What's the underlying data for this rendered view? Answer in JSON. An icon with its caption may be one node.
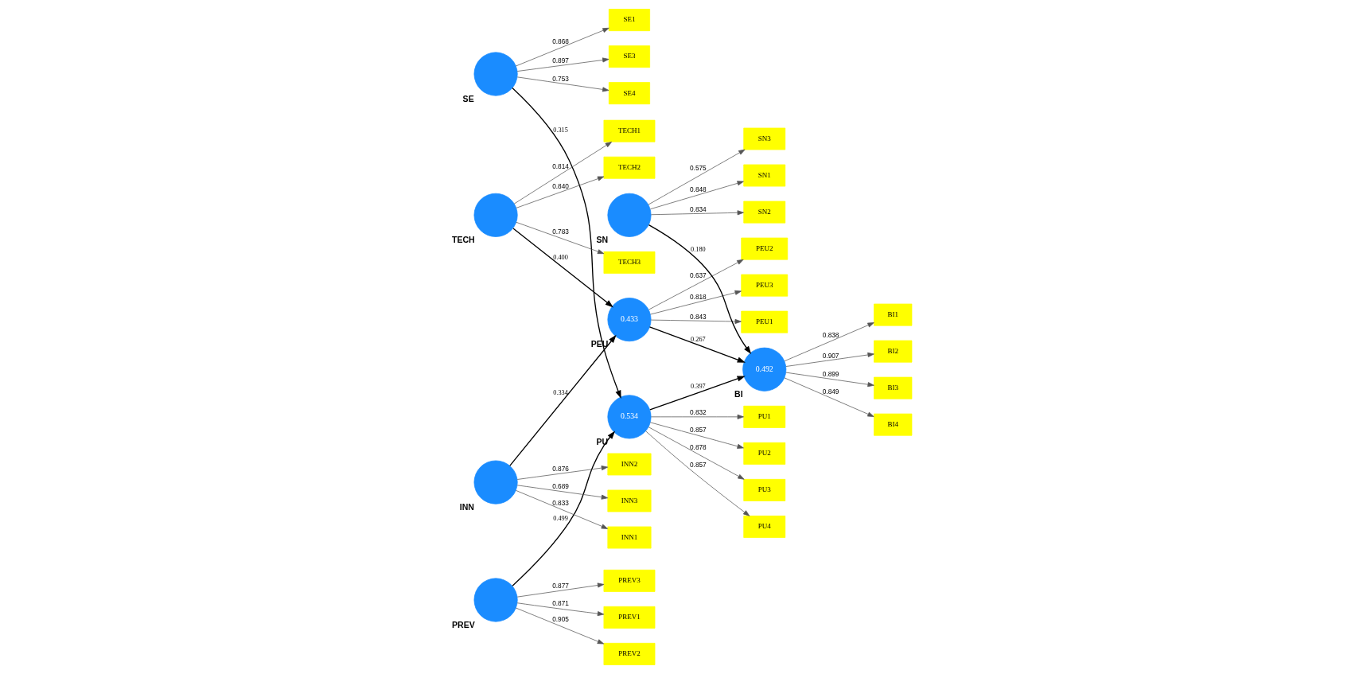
{
  "diagram": {
    "nodes": [
      {
        "text": [],
        "shape": "circle",
        "beside": [
          "SE"
        ]
      },
      {
        "text": [
          "SE1"
        ]
      },
      {
        "text": [
          "SE3"
        ]
      },
      {
        "text": [
          "SE4"
        ]
      },
      {
        "text": [
          "0.534"
        ],
        "beside": [
          "PU"
        ]
      },
      {
        "text": [
          "PU1"
        ]
      },
      {
        "text": [
          "PU2"
        ]
      },
      {
        "text": [
          "PU3"
        ]
      },
      {
        "text": [
          "PU4"
        ]
      },
      {
        "text": [],
        "shape": "circle",
        "beside": [
          "PREV"
        ]
      },
      {
        "text": [
          "PREV1"
        ]
      },
      {
        "text": [
          "PREV2"
        ]
      },
      {
        "text": [
          "PREV3"
        ]
      },
      {
        "text": [
          "0.433"
        ],
        "beside": [
          "PEU"
        ]
      },
      {
        "text": [
          "PEU1"
        ]
      },
      {
        "text": [
          "PEU2"
        ]
      },
      {
        "text": [
          "PEU3"
        ]
      },
      {
        "text": [],
        "shape": "circle",
        "beside": [
          "TECH"
        ]
      },
      {
        "text": [
          "TECH1"
        ]
      },
      {
        "text": [
          "TECH2"
        ]
      },
      {
        "text": [
          "TECH3"
        ]
      },
      {
        "text": [
          "0.492"
        ],
        "beside": [
          "BI"
        ]
      },
      {
        "text": [
          "BI1"
        ]
      },
      {
        "text": [
          "BI2"
        ]
      },
      {
        "text": [
          "BI3"
        ]
      },
      {
        "text": [
          "BI4"
        ]
      },
      {
        "text": [],
        "shape": "circle",
        "beside": [
          "SN"
        ]
      },
      {
        "text": [
          "SN1"
        ]
      },
      {
        "text": [
          "SN2"
        ]
      },
      {
        "text": [
          "SN3"
        ]
      },
      {
        "text": [],
        "shape": "circle",
        "beside": [
          "INN"
        ]
      },
      {
        "text": [
          "INN1"
        ]
      },
      {
        "text": [
          "INN2"
        ]
      },
      {
        "text": [
          "INN3"
        ]
      }
    ],
    "edges": [
      {
        "from": 0,
        "to": 1,
        "arrow": "to",
        "label": "0.868"
      },
      {
        "from": 0,
        "to": 2,
        "arrow": "to",
        "label": "0.897"
      },
      {
        "from": 0,
        "to": 3,
        "arrow": "to",
        "label": "0.753"
      },
      {
        "from": 4,
        "to": 5,
        "arrow": "to",
        "label": "0.832"
      },
      {
        "from": 4,
        "to": 6,
        "arrow": "to",
        "label": "0.857"
      },
      {
        "from": 4,
        "to": 7,
        "arrow": "to",
        "label": "0.878"
      },
      {
        "from": 4,
        "to": 8,
        "arrow": "to",
        "label": "0.857"
      },
      {
        "from": 9,
        "to": 10,
        "arrow": "to",
        "label": "0.871"
      },
      {
        "from": 9,
        "to": 11,
        "arrow": "to",
        "label": "0.905"
      },
      {
        "from": 9,
        "to": 12,
        "arrow": "to",
        "label": "0.877"
      },
      {
        "from": 13,
        "to": 14,
        "arrow": "to",
        "label": "0.843"
      },
      {
        "from": 13,
        "to": 15,
        "arrow": "to",
        "label": "0.637"
      },
      {
        "from": 13,
        "to": 16,
        "arrow": "to",
        "label": "0.818"
      },
      {
        "from": 17,
        "to": 18,
        "arrow": "to",
        "label": "0.814"
      },
      {
        "from": 17,
        "to": 19,
        "arrow": "to",
        "label": "0.840"
      },
      {
        "from": 17,
        "to": 20,
        "arrow": "to",
        "label": "0.783"
      },
      {
        "from": 21,
        "to": 22,
        "arrow": "to",
        "label": "0.838"
      },
      {
        "from": 21,
        "to": 23,
        "arrow": "to",
        "label": "0.907"
      },
      {
        "from": 21,
        "to": 24,
        "arrow": "to",
        "label": "0.899"
      },
      {
        "from": 21,
        "to": 25,
        "arrow": "to",
        "label": "0.849"
      },
      {
        "from": 26,
        "to": 27,
        "arrow": "to",
        "label": "0.848"
      },
      {
        "from": 26,
        "to": 28,
        "arrow": "to",
        "label": "0.834"
      },
      {
        "from": 26,
        "to": 29,
        "arrow": "to",
        "label": "0.575"
      },
      {
        "from": 30,
        "to": 31,
        "arrow": "to",
        "label": "0.833"
      },
      {
        "from": 30,
        "to": 32,
        "arrow": "to",
        "label": "0.876"
      },
      {
        "from": 30,
        "to": 33,
        "arrow": "to",
        "label": "0.689"
      },
      {
        "from": 0,
        "to": 4,
        "arrow": "to",
        "label": "0.315",
        "color": "#000000"
      },
      {
        "from": 9,
        "to": 4,
        "arrow": "to",
        "label": "0.499",
        "color": "#000000"
      },
      {
        "from": 4,
        "to": 21,
        "arrow": "to",
        "label": "0.397",
        "color": "#000000"
      },
      {
        "from": 13,
        "to": 21,
        "arrow": "to",
        "label": "0.267",
        "color": "#000000"
      },
      {
        "from": 17,
        "to": 13,
        "arrow": "to",
        "label": "0.400",
        "color": "#000000"
      },
      {
        "from": 30,
        "to": 13,
        "arrow": "to",
        "label": "0.334",
        "color": "#000000"
      },
      {
        "from": 26,
        "to": 21,
        "arrow": "to",
        "label": "0.180",
        "color": "#000000"
      }
    ]
  }
}
